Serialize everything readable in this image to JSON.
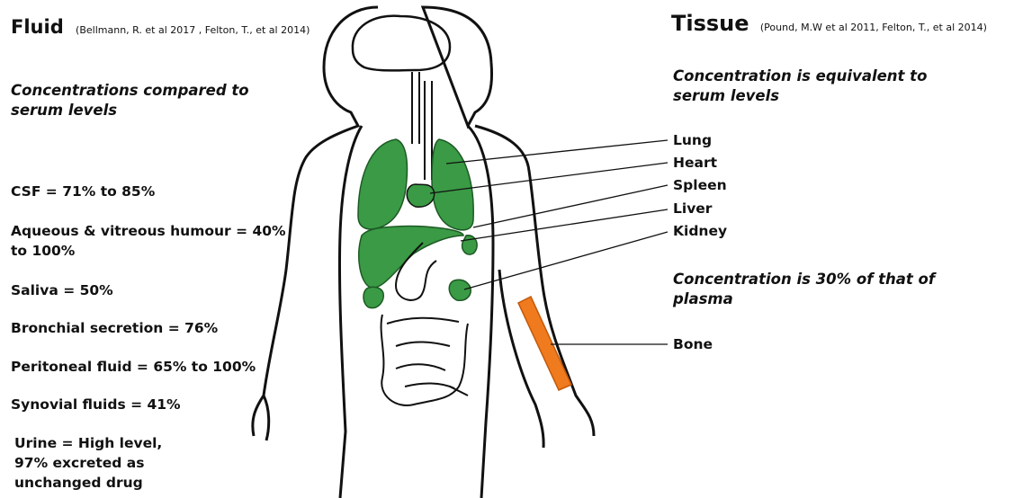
{
  "fluid": {
    "heading": "Fluid",
    "reference": "(Bellmann, R. et al 2017 , Felton, T., et al 2014)",
    "subtitle": "Concentrations compared to serum levels",
    "items": [
      "CSF = 71% to 85%",
      "Aqueous & vitreous humour = 40% to 100%",
      "Saliva = 50%",
      "Bronchial secretion = 76%",
      "Peritoneal fluid = 65% to 100%",
      "Synovial fluids = 41%",
      "Urine = High level, 97% excreted as unchanged drug"
    ]
  },
  "tissue": {
    "heading": "Tissue",
    "reference": "(Pound, M.W et al 2011, Felton, T., et al 2014)",
    "note_serum": "Concentration is equivalent to serum levels",
    "organs": [
      "Lung",
      "Heart",
      "Spleen",
      "Liver",
      "Kidney"
    ],
    "note_plasma": "Concentration is 30% of that of plasma",
    "bone": "Bone"
  },
  "colors": {
    "organ": "#3a9a45",
    "bone": "#f07a1e",
    "outline": "#111111"
  }
}
